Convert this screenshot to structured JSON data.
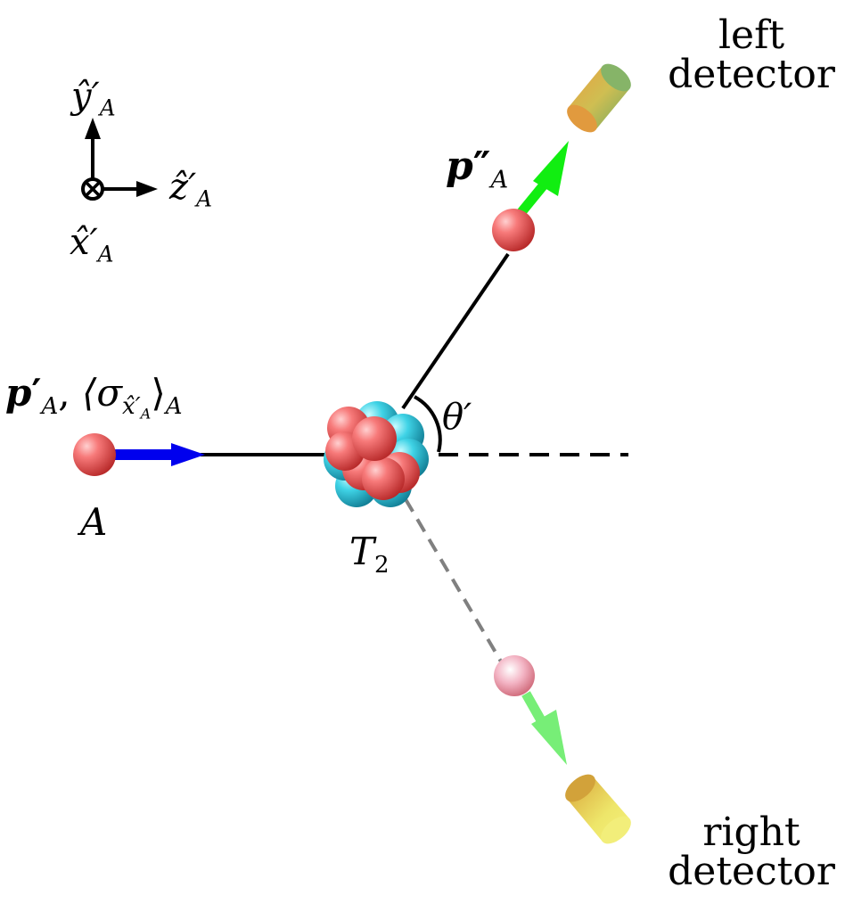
{
  "axes": {
    "y_label": {
      "base": "ŷ",
      "prime": "′",
      "sub": "A"
    },
    "z_label": {
      "base": "ẑ",
      "prime": "′",
      "sub": "A"
    },
    "x_label": {
      "base": "x̂",
      "prime": "′",
      "sub": "A"
    }
  },
  "incoming": {
    "momentum": {
      "base": "p",
      "prime": "′",
      "sub": "A"
    },
    "comma": ",",
    "polarization": {
      "open": "⟨σ",
      "sub_base": "x̂",
      "sub_prime": "′",
      "sub_sub": "A",
      "close": "⟩",
      "sub": "A"
    },
    "particle_label": "A"
  },
  "target": {
    "base": "T",
    "sub": "2"
  },
  "scattered": {
    "momentum": {
      "base": "p",
      "prime": "″",
      "sub": "A"
    },
    "angle": {
      "base": "θ",
      "prime": "′"
    }
  },
  "detectors": {
    "left": {
      "line1": "left",
      "line2": "detector"
    },
    "right": {
      "line1": "right",
      "line2": "detector"
    }
  },
  "colors": {
    "particle": "#f06a6a",
    "neutron": "#30c8dc",
    "incoming_arrow": "#0000ee",
    "scattered_arrow": "#11ee11",
    "recoil_arrow": "#77ee77",
    "dashed_recoil": "#808080"
  }
}
